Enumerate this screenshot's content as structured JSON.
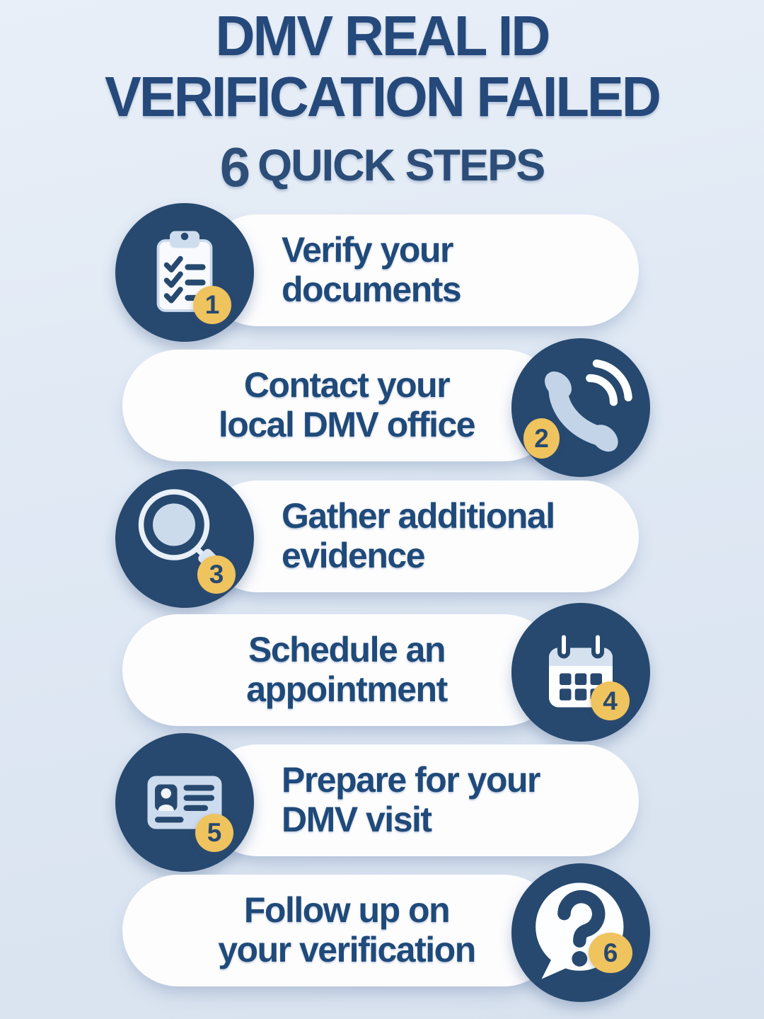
{
  "title": {
    "line1": "DMV REAL ID",
    "line2": "VERIFICATION FAILED"
  },
  "subtitle": {
    "count": "6",
    "label": "QUICK STEPS"
  },
  "colors": {
    "background": "#dfe8f3",
    "navy": "#27496f",
    "text_navy": "#1f4a7a",
    "card_white": "#fdfdfe",
    "accent_yellow": "#efc35e",
    "icon_light_blue": "#c6d6ea"
  },
  "steps": [
    {
      "number": "1",
      "icon": "clipboard-checklist-icon",
      "lines": [
        "Verify your",
        "documents"
      ]
    },
    {
      "number": "2",
      "icon": "phone-icon",
      "lines": [
        "Contact your",
        "local DMV office"
      ]
    },
    {
      "number": "3",
      "icon": "magnifier-icon",
      "lines": [
        "Gather additional",
        "evidence"
      ]
    },
    {
      "number": "4",
      "icon": "calendar-icon",
      "lines": [
        "Schedule an",
        "appointment"
      ]
    },
    {
      "number": "5",
      "icon": "id-card-icon",
      "lines": [
        "Prepare for your",
        "DMV visit"
      ]
    },
    {
      "number": "6",
      "icon": "question-bubble-icon",
      "lines": [
        "Follow up on",
        "your verification"
      ]
    }
  ]
}
